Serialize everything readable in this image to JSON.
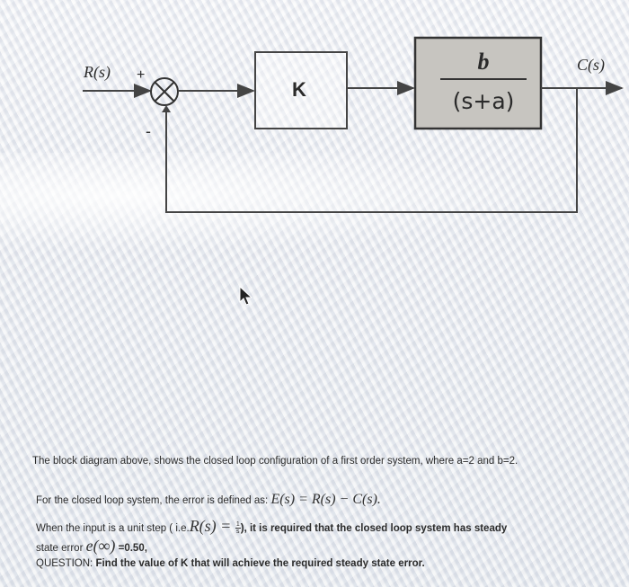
{
  "diagram": {
    "input_label": "R(s)",
    "output_label": "C(s)",
    "plus_sign": "+",
    "minus_sign": "-",
    "gain_block": "K",
    "plant_numerator": "b",
    "plant_denominator": "(s+a)"
  },
  "text": {
    "line1": "The block diagram above, shows the closed loop configuration of a first order system, where a=2 and b=2.",
    "line2_prefix": "For the closed loop system, the error is defined as: ",
    "line2_eq": "E(s) = R(s) − C(s).",
    "line3_prefix": "When the input is a unit step ( i.e.",
    "line3_eq_left": "R(s) = ",
    "line3_frac_num": "1",
    "line3_frac_den": "s",
    "line3_suffix": "), it is required that the closed loop system has steady",
    "line4_prefix": "state error ",
    "line4_eq": "e(∞)",
    "line4_suffix": " =0.50,",
    "line5_prefix": "QUESTION: ",
    "line5_bold": "Find the value of K that will achieve the required steady state error."
  }
}
